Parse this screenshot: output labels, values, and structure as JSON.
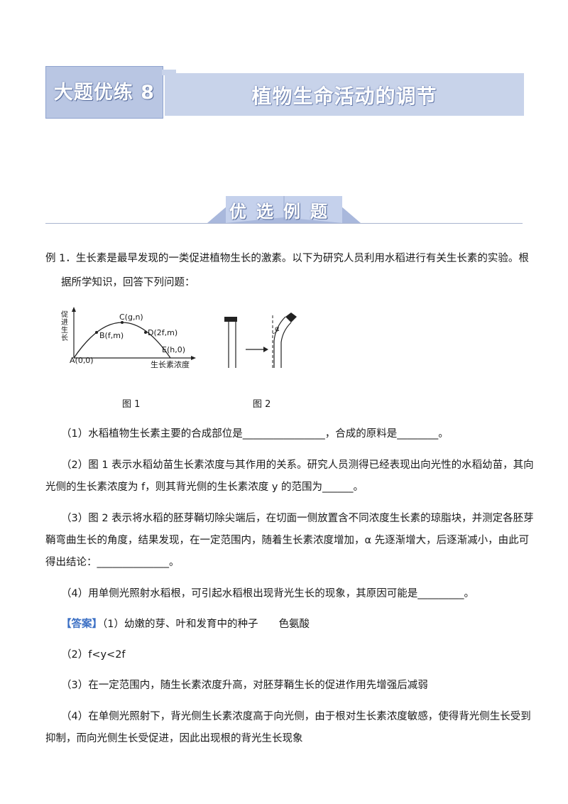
{
  "header": {
    "badge": "大题优练 8",
    "title": "植物生命活动的调节"
  },
  "section": {
    "title": "优选例题"
  },
  "question": {
    "line1": "例 1．生长素是最早发现的一类促进植物生长的激素。以下为研究人员利用水稻进行有关生长素的实验。根",
    "line2": "据所学知识，回答下列问题：",
    "q1": "（1）水稻植物生长素主要的合成部位是________________，合成的原料是________。",
    "q2_line1": "（2）图 1 表示水稻幼苗生长素浓度与其作用的关系。研究人员测得已经表现出向光性的水稻幼苗，其向",
    "q2_line2": "光侧的生长素浓度为 f，则其背光侧的生长素浓度 y 的范围为______。",
    "q3_line1": "（3）图 2 表示将水稻的胚芽鞘切除尖端后，在切面一侧放置含不同浓度生长素的琼脂块，并测定各胚芽",
    "q3_line2": "鞘弯曲生长的角度，结果发现，在一定范围内，随着生长素浓度增加，α 先逐渐增大，后逐渐减小，由此可",
    "q3_line3": "得出结论：______________。",
    "q4": "（4）用单侧光照射水稻根，可引起水稻根出现背光生长的现象，其原因可能是_________。"
  },
  "figure1": {
    "caption": "图 1",
    "ylabel": "促进生长",
    "xlabel": "生长素浓度",
    "points": {
      "A": "A(0,0)",
      "B": "B(f,m)",
      "C": "C(g,n)",
      "D": "D(2f,m)",
      "E": "E(h,0)"
    }
  },
  "figure2": {
    "caption": "图 2",
    "angle_label": "α"
  },
  "answer": {
    "label": "【答案】",
    "a1": "（1）幼嫩的芽、叶和发育中的种子　　色氨酸",
    "a2": "（2）f<y<2f",
    "a3": "（3）在一定范围内，随生长素浓度升高，对胚芽鞘生长的促进作用先增强后减弱",
    "a4_line1": "（4）在单侧光照射下，背光侧生长素浓度高于向光侧，由于根对生长素浓度敏感，使得背光侧生长受到",
    "a4_line2": "抑制，而向光侧生长受促进，因此出现根的背光生长现象"
  }
}
